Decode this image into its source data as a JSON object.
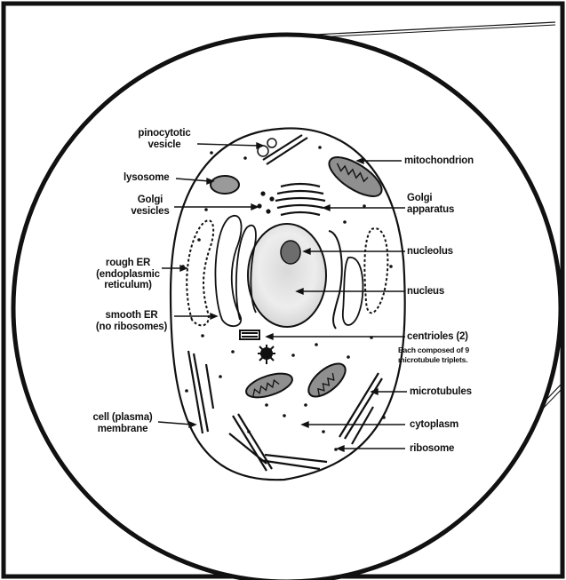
{
  "labels": {
    "pinocytotic_vesicle": [
      "pinocytotic",
      "vesicle"
    ],
    "lysosome": "lysosome",
    "golgi_vesicles": [
      "Golgi",
      "vesicles"
    ],
    "rough_er": [
      "rough ER",
      "(endoplasmic",
      "reticulum)"
    ],
    "smooth_er": [
      "smooth ER",
      "(no ribosomes)"
    ],
    "cell_membrane": [
      "cell (plasma)",
      "membrane"
    ],
    "mitochondrion": "mitochondrion",
    "golgi_apparatus": [
      "Golgi",
      "apparatus"
    ],
    "nucleolus": "nucleolus",
    "nucleus": "nucleus",
    "centrioles": "centrioles (2)",
    "centrioles_note": [
      "Each composed of 9",
      "microtubule triplets."
    ],
    "microtubules": "microtubules",
    "cytoplasm": "cytoplasm",
    "ribosome": "ribosome"
  },
  "colors": {
    "background": "#ffffff",
    "ink": "#111111",
    "organelle_fill": "#9a9a9a",
    "nucleus_fill": "#e6e6e6",
    "nucleolus_fill": "#6d6d6d"
  }
}
